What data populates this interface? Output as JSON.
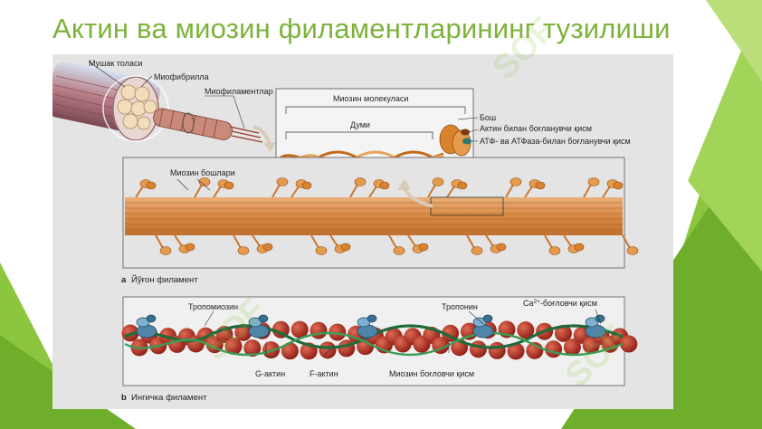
{
  "slide": {
    "title": "Актин ва миозин филаментларининг тузилиши",
    "accent_color": "#7db33a",
    "panel_color": "#e4e4e4"
  },
  "figure": {
    "muscle": {
      "label_fiber": "Мушак толаси",
      "label_myofibril": "Миофибрилла",
      "label_myofilaments": "Миофиламентлар"
    },
    "myosin_molecule": {
      "label_molecule": "Миозин молекуласи",
      "label_tail": "Думи",
      "label_head": "Бош",
      "label_actin_binding": "Актин билан боғланувчи қисм",
      "label_atp_binding": "АТФ- ва АТФаза-билан боғланувчи қисм"
    },
    "thick_filament": {
      "label_heads": "Миозин бошлари",
      "caption_letter": "a",
      "caption_text": "Йўғон филамент"
    },
    "thin_filament": {
      "label_tropomyosin": "Тропомиозин",
      "label_troponin": "Тропонин",
      "label_ca_site_prefix": "Ca",
      "label_ca_site_sup": "2+",
      "label_ca_site_suffix": "-боғловчи қисм",
      "label_g_actin": "G-актин",
      "label_f_actin": "F-актин",
      "label_myosin_binding": "Миозин боғловчи қисм",
      "caption_letter": "b",
      "caption_text": "Ингичка филамент"
    }
  },
  "watermark": {
    "text": "SOF"
  }
}
